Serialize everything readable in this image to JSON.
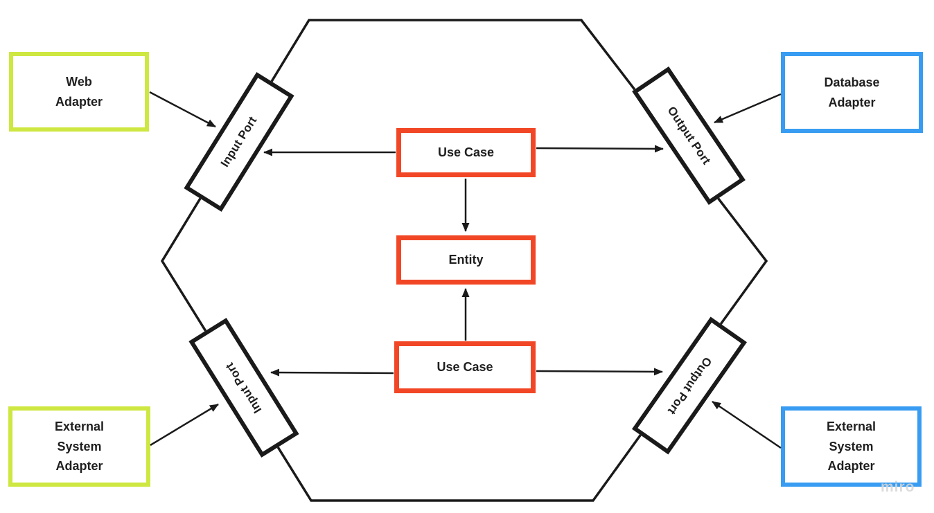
{
  "colors": {
    "line": "#1a1a1a",
    "red": "#f24726",
    "green": "#cee741",
    "blue": "#389df2",
    "text": "#1f1f1f",
    "watermark_color": "#d6d6d6"
  },
  "nodes": {
    "web_adapter": {
      "label": "Web\nAdapter"
    },
    "database_adapter": {
      "label": "Database\nAdapter"
    },
    "external_system_adapter_left": {
      "label": "External\nSystem\nAdapter"
    },
    "external_system_adapter_right": {
      "label": "External\nSystem\nAdapter"
    },
    "input_port_top": {
      "label": "Input Port"
    },
    "output_port_top": {
      "label": "Output Port"
    },
    "input_port_bottom": {
      "label": "Input Port"
    },
    "output_port_bottom": {
      "label": "Output Port"
    },
    "use_case_top": {
      "label": "Use Case"
    },
    "use_case_bottom": {
      "label": "Use Case"
    },
    "entity": {
      "label": "Entity"
    }
  },
  "edges": [
    {
      "from": "web_adapter",
      "to": "input_port_top"
    },
    {
      "from": "database_adapter",
      "to": "output_port_top"
    },
    {
      "from": "use_case_top",
      "to": "input_port_top"
    },
    {
      "from": "use_case_top",
      "to": "output_port_top"
    },
    {
      "from": "use_case_top",
      "to": "entity"
    },
    {
      "from": "use_case_bottom",
      "to": "entity"
    },
    {
      "from": "use_case_bottom",
      "to": "input_port_bottom"
    },
    {
      "from": "use_case_bottom",
      "to": "output_port_bottom"
    },
    {
      "from": "external_system_adapter_left",
      "to": "input_port_bottom"
    },
    {
      "from": "external_system_adapter_right",
      "to": "output_port_bottom"
    }
  ],
  "watermark": "miro"
}
